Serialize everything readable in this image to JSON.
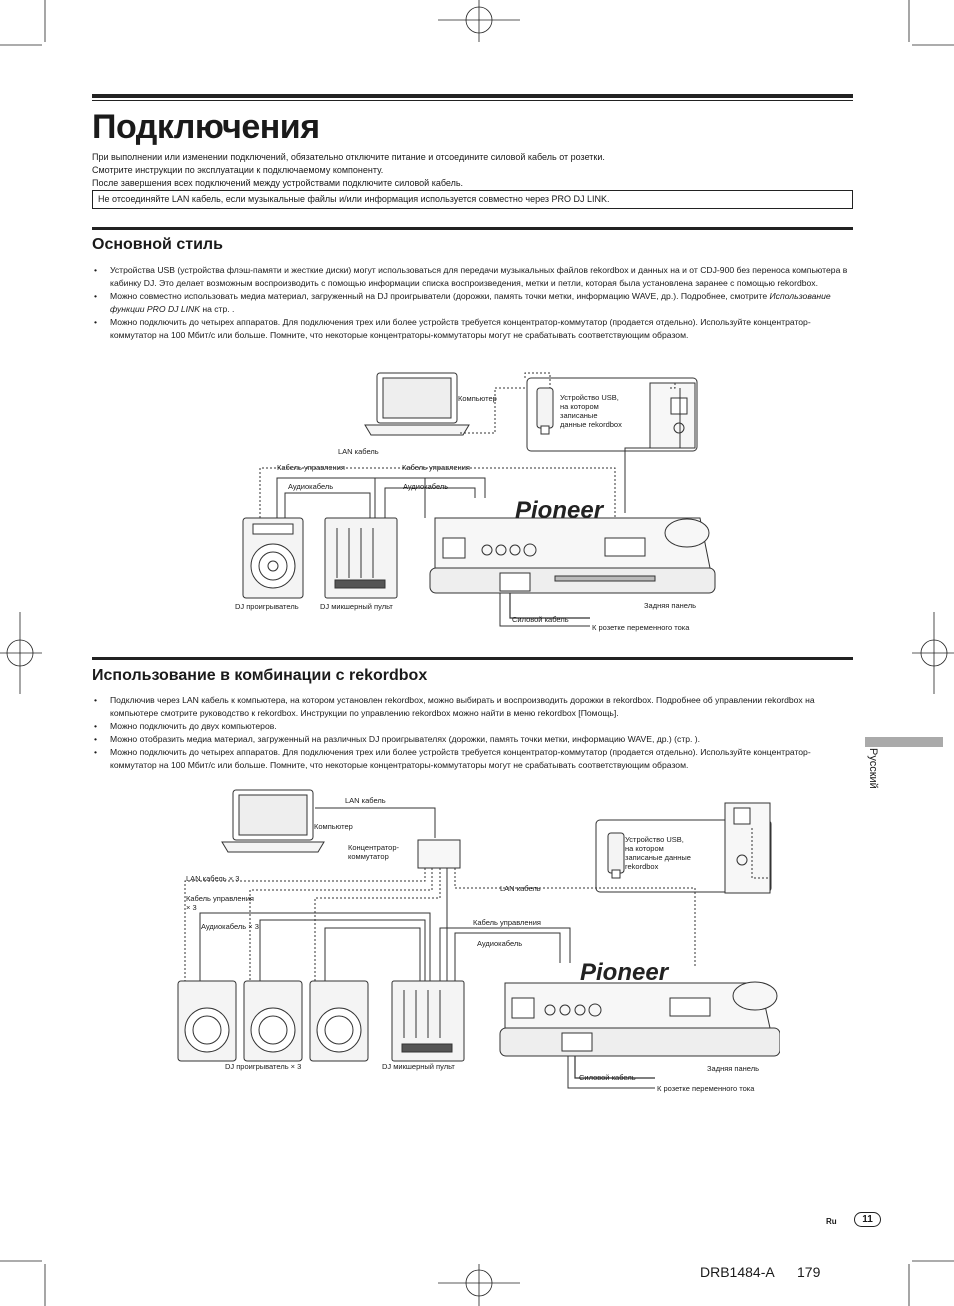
{
  "title": "Подключения",
  "intro": [
    "При выполнении или изменении подключений, обязательно отключите питание и отсоедините силовой кабель от розетки.",
    "Смотрите инструкции по эксплуатации к подключаемому компоненту.",
    "После завершения всех подключений между устройствами подключите силовой кабель."
  ],
  "notice": "Не отсоединяйте LAN кабель, если музыкальные файлы и/или информация используется совместно через PRO DJ LINK.",
  "section1": {
    "heading": "Основной стиль",
    "bullets": [
      {
        "parts": [
          {
            "t": "Устройства USB (устройства флэш-памяти и жесткие диски) могут использоваться для передачи музыкальных файлов rekordbox и данных на и от CDJ-900 без переноса компьютера в кабинку DJ. Это делает возможным воспроизводить с помощью информации списка воспроизведения, метки и петли, которая была установлена заранее с помощью rekordbox."
          }
        ]
      },
      {
        "parts": [
          {
            "t": "Можно совместно использовать медиа материал, загруженный на DJ проигрыватели (дорожки, память точки метки, информацию WAVE, др.). Подробнее, смотрите "
          },
          {
            "t": "Использование функции PRO DJ LINK",
            "i": true
          },
          {
            "t": " на стр.      ."
          }
        ]
      },
      {
        "parts": [
          {
            "t": "Можно подключить до четырех аппаратов. Для подключения трех или более устройств требуется концентратор-коммутатор (продается отдельно). Используйте концентратор-коммутатор на 100 Мбит/с или больше. Помните, что некоторые концентраторы-коммутаторы могут не срабатывать соответствующим образом."
          }
        ]
      }
    ],
    "diagram": {
      "computer": "Компьютер",
      "usb": [
        "Устройство USB,",
        "на котором",
        "записаные",
        "данные rekordbox"
      ],
      "lan": "LAN кабель",
      "control_left": "Кабель управления",
      "control_right": "Кабель управления",
      "audio_left": "Аудиокабель",
      "audio_right": "Аудиокабель",
      "player": "DJ проигрыватель",
      "mixer": "DJ микшерный пульт",
      "rear": "Задняя панель",
      "power": "Силовой кабель",
      "outlet": "К розетке переменного тока",
      "brand": "Pioneer"
    }
  },
  "section2": {
    "heading": "Использование в комбинации с rekordbox",
    "bullets": [
      {
        "parts": [
          {
            "t": "Подключив через LAN кабель к компьютера, на котором установлен rekordbox, можно выбирать и воспроизводить дорожки в rekordbox. Подробнее об управлении rekordbox на компьютере смотрите руководство к rekordbox. Инструкции по управлению rekordbox можно найти в меню rekordbox [Помощь]."
          }
        ]
      },
      {
        "parts": [
          {
            "t": "Можно подключить до двух компьютеров."
          }
        ]
      },
      {
        "parts": [
          {
            "t": "Можно отобразить медиа материал, загруженный на различных DJ проигрывателях (дорожки, память точки метки, информацию WAVE, др.) (стр.      )."
          }
        ]
      },
      {
        "parts": [
          {
            "t": "Можно подключить до четырех аппаратов. Для подключения трех или более устройств требуется концентратор-коммутатор (продается отдельно). Используйте концентратор-коммутатор на 100 Мбит/с или больше. Помните, что некоторые концентраторы-коммутаторы могут не срабатывать соответствующим образом."
          }
        ]
      }
    ],
    "diagram": {
      "lan_top": "LAN кабель",
      "computer": "Компьютер",
      "hub": [
        "Концентратор-",
        "коммутатор"
      ],
      "usb": [
        "Устройство USB,",
        "на котором",
        "записаные данные",
        "rekordbox"
      ],
      "lan_x3": "LAN кабель × 3",
      "control_x3": [
        "Кабель управления",
        "× 3"
      ],
      "audio_x3": "Аудиокабель × 3",
      "lan_right": "LAN кабель",
      "control_right": "Кабель управления",
      "audio_right": "Аудиокабель",
      "players": "DJ проигрыватель × 3",
      "mixer": "DJ микшерный пульт",
      "rear": "Задняя панель",
      "power": "Силовой кабель",
      "outlet": "К розетке переменного тока",
      "brand": "Pioneer"
    }
  },
  "side_tab": "Русский",
  "footer": {
    "lang": "Ru",
    "page": "11",
    "doc_id": "DRB1484-A",
    "doc_page": "179"
  }
}
